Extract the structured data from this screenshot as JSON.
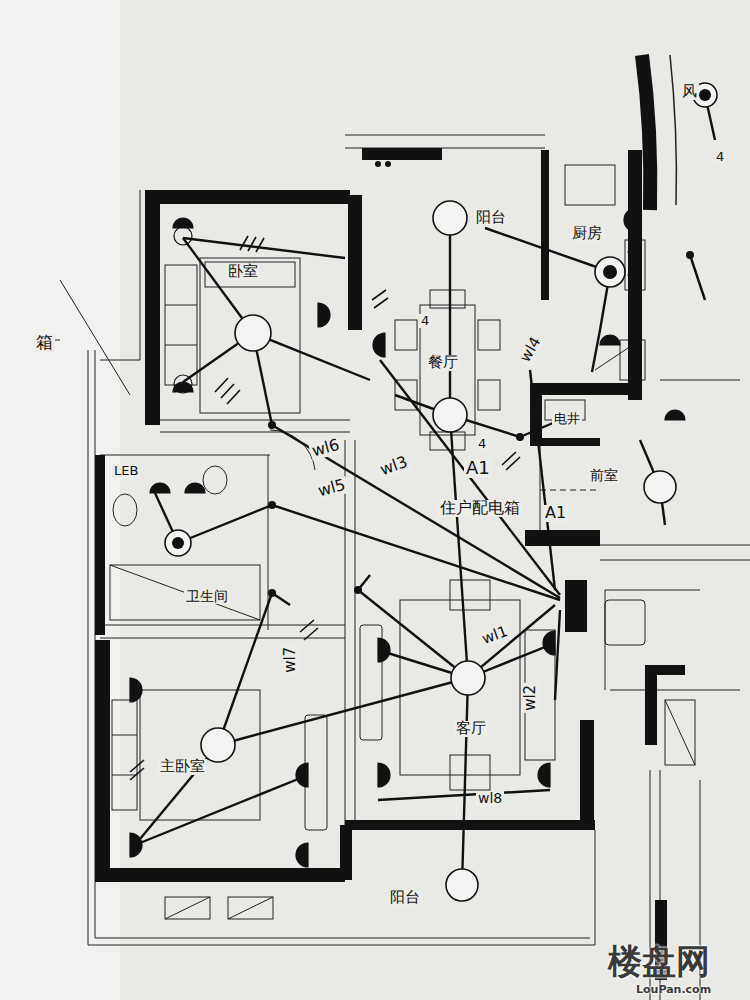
{
  "diagram": {
    "labels": [
      "风",
      "4",
      "箱",
      "阳台",
      "厨房",
      "卧室",
      "餐厅",
      "4",
      "4",
      "wl4",
      "A1",
      "电井",
      "前室",
      "wl6",
      "wl3",
      "wl5",
      "住户配电箱",
      "A1",
      "LEB",
      "卫生间",
      "wl1",
      "wl2",
      "wl7",
      "客厅",
      "主卧室",
      "wl8",
      "阳台",
      "楼盘网",
      "LouPan.com"
    ]
  }
}
